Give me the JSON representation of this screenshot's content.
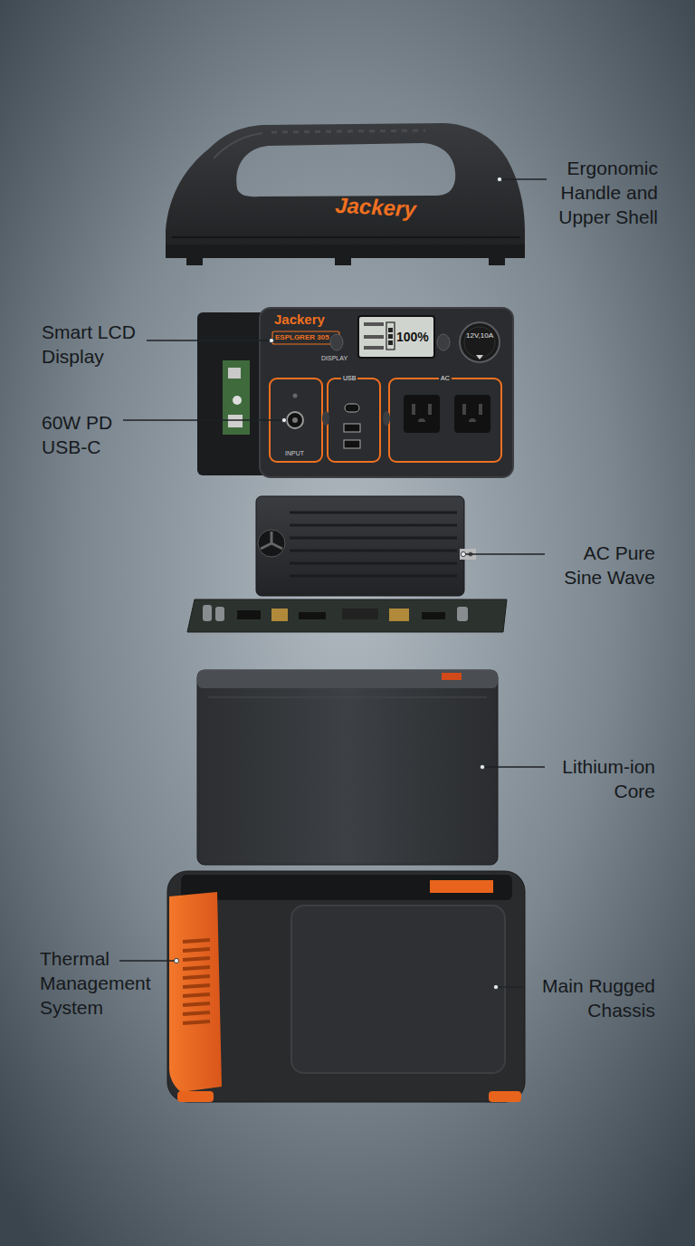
{
  "diagram": {
    "labels": [
      "Ergonomic Handle and Upper Shell",
      "Jackery",
      "Jackery",
      "ESPLGRER 305",
      "Smart LCD Display",
      "100%",
      "DISPLAY",
      "12V,10A",
      "USB",
      "AC",
      "INPUT",
      "60W PD USB-C",
      "AC Pure Sine Wave",
      "Lithium-ion Core",
      "Thermal Management System",
      "Main Rugged Chassis"
    ]
  }
}
